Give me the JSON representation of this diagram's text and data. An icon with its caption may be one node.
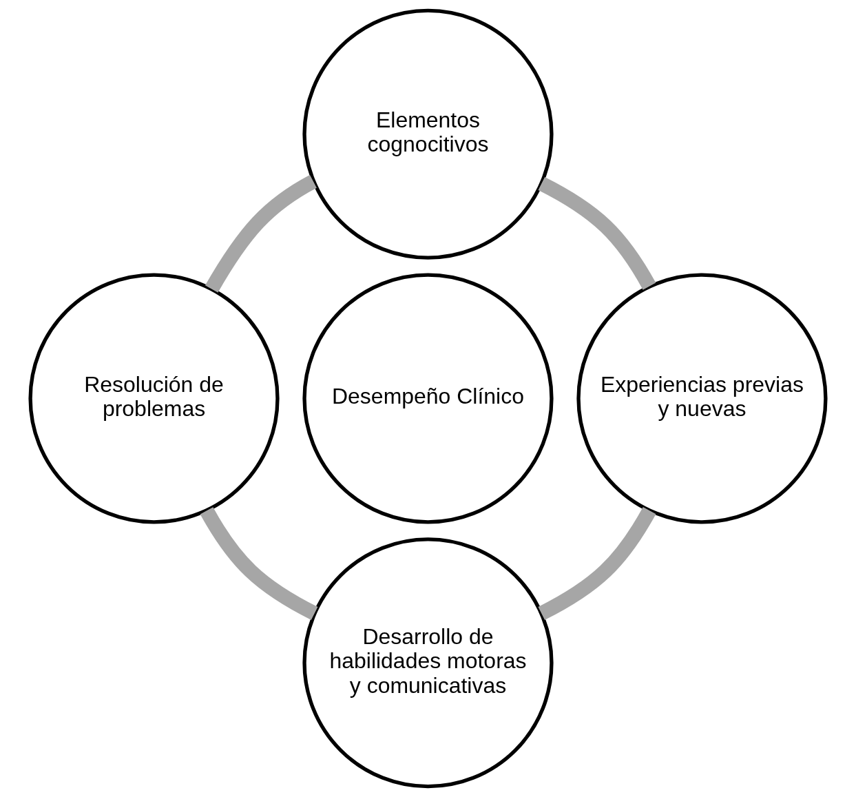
{
  "diagram": {
    "nodes": [
      {
        "text": [
          "Elementos cognocitivos"
        ]
      },
      {
        "text": [
          "Resolución de problemas"
        ]
      },
      {
        "text": [
          "Desempeño Clínico"
        ]
      },
      {
        "text": [
          "Experiencias previas y nuevas"
        ]
      },
      {
        "text": [
          "Desarrollo de habilidades motoras y comunicativas"
        ]
      }
    ],
    "edges": [
      {
        "from": 0,
        "to": 3,
        "arrow": "none",
        "color": "#a6a6a6"
      },
      {
        "from": 3,
        "to": 4,
        "arrow": "none",
        "color": "#a6a6a6"
      },
      {
        "from": 4,
        "to": 1,
        "arrow": "none",
        "color": "#a6a6a6"
      },
      {
        "from": 1,
        "to": 0,
        "arrow": "none",
        "color": "#a6a6a6"
      }
    ]
  }
}
